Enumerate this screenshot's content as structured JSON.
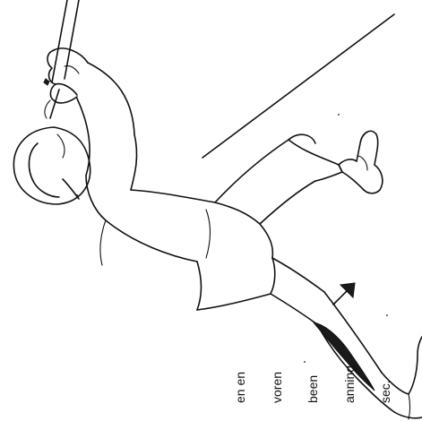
{
  "illustration": {
    "subject": "person hanging from bar with one leg bent and other leg stretched, calf muscle highlighted",
    "arrow_icon": "arrow-up-right-icon"
  },
  "caption_lines": [
    "en en",
    "voren",
    "been",
    "anning",
    "sec."
  ],
  "colors": {
    "ink": "#111111",
    "background": "#ffffff",
    "muscle_fill": "#1a1a1a"
  }
}
